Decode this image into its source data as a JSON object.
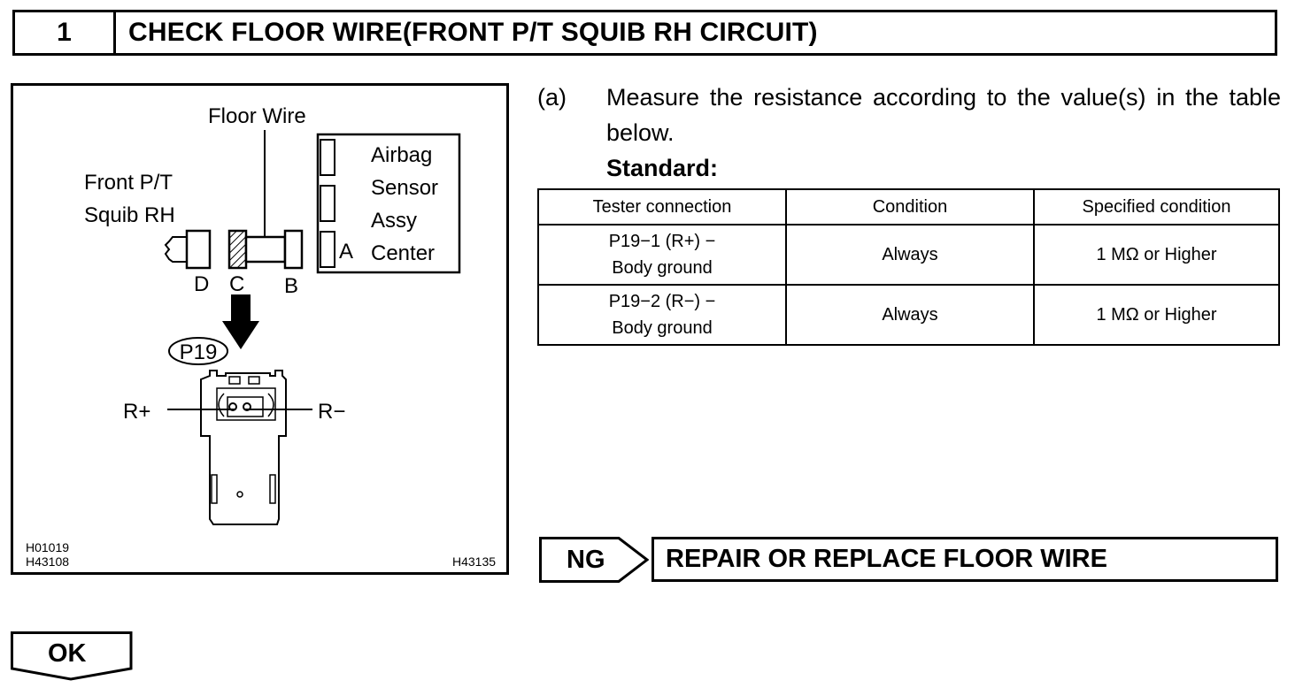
{
  "step": {
    "number": "1",
    "title": "CHECK FLOOR WIRE(FRONT P/T SQUIB RH CIRCUIT)"
  },
  "figure": {
    "floor_wire": "Floor Wire",
    "squib_line1": "Front P/T",
    "squib_line2": "Squib RH",
    "sensor_line1": "Airbag",
    "sensor_line2": "Sensor",
    "sensor_line3": "Assy",
    "sensor_line4": "Center",
    "label_a": "A",
    "label_b": "B",
    "label_c": "C",
    "label_d": "D",
    "connector": "P19",
    "r_plus": "R+",
    "r_minus": "R−",
    "code_left_1": "H01019",
    "code_left_2": "H43108",
    "code_right": "H43135"
  },
  "instruction": {
    "letter": "(a)",
    "text": "Measure the resistance according to the value(s) in the table below.",
    "standard": "Standard:"
  },
  "table": {
    "headers": [
      "Tester connection",
      "Condition",
      "Specified condition"
    ],
    "rows": [
      {
        "conn1": "P19−1 (R+) −",
        "conn2": "Body ground",
        "condition": "Always",
        "spec": "1 MΩ or Higher"
      },
      {
        "conn1": "P19−2 (R−) −",
        "conn2": "Body ground",
        "condition": "Always",
        "spec": "1 MΩ or Higher"
      }
    ]
  },
  "ng": {
    "label": "NG",
    "action": "REPAIR OR REPLACE FLOOR WIRE"
  },
  "ok": {
    "label": "OK"
  }
}
